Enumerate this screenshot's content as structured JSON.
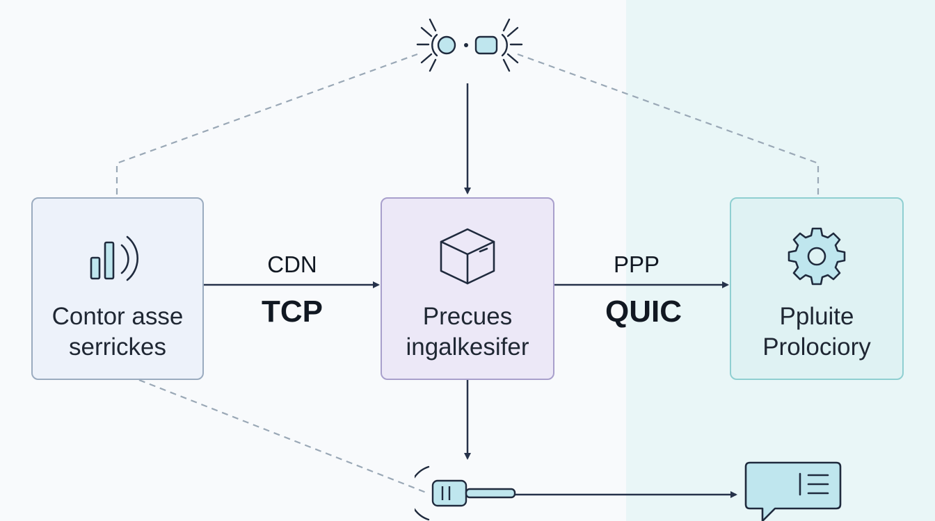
{
  "nodes": {
    "left": {
      "line1": "Contor asse",
      "line2": "serrickes",
      "icon": "signal-bars-icon"
    },
    "center": {
      "line1": "Precues",
      "line2": "ingalkesifer",
      "icon": "cube-icon"
    },
    "right": {
      "line1": "Ppluite",
      "line2": "Prolociory",
      "icon": "gear-icon"
    }
  },
  "edges": {
    "left_to_center": {
      "top_label": "CDN",
      "bottom_label": "TCP"
    },
    "center_to_right": {
      "top_label": "PPP",
      "bottom_label": "QUIC"
    }
  },
  "top_icon": "connection-sparkle-icon",
  "bottom_icons": [
    "plug-connector-icon",
    "chat-monitor-icon"
  ],
  "colors": {
    "arrow": "#26324a",
    "dashed": "#9aa8b6",
    "icon_stroke": "#1f2a3d",
    "icon_fill": "#bfe6ee",
    "panel_right": "#e9f6f7"
  }
}
